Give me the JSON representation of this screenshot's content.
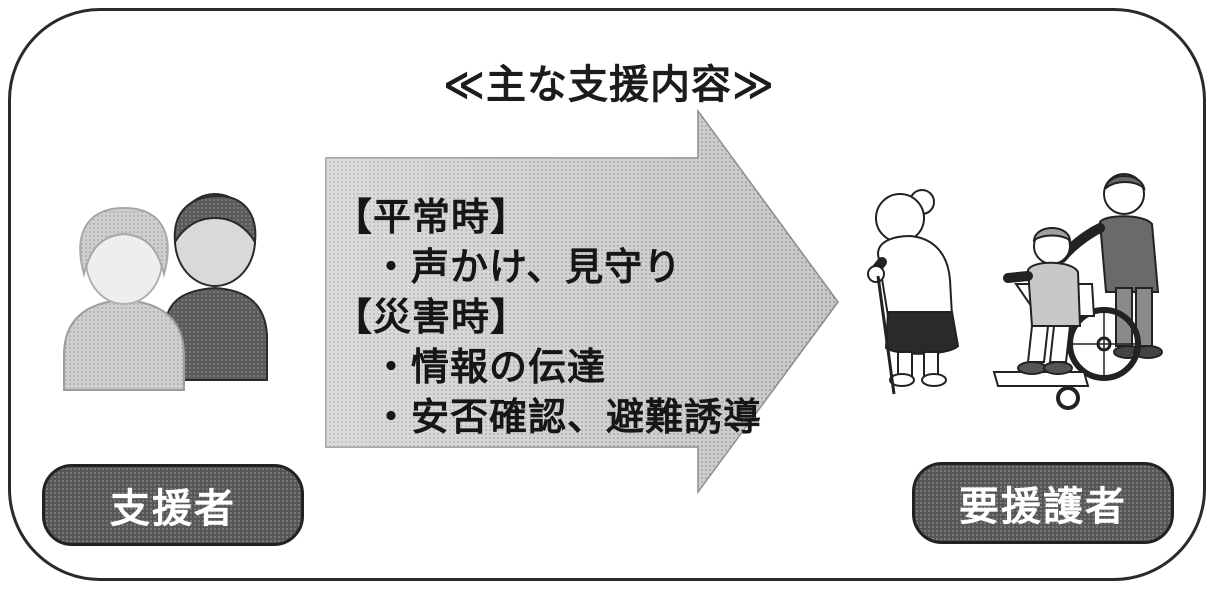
{
  "heading": "≪主な支援内容≫",
  "support_items": [
    "【平常時】",
    "・声かけ、見守り",
    "【災害時】",
    "・情報の伝達",
    "・安否確認、避難誘導"
  ],
  "supporter_label": "支援者",
  "recipient_label": "要援護者",
  "icons": [
    "supporters-icon",
    "elderly-woman-with-cane-icon",
    "wheelchair-user-with-caregiver-icon"
  ]
}
